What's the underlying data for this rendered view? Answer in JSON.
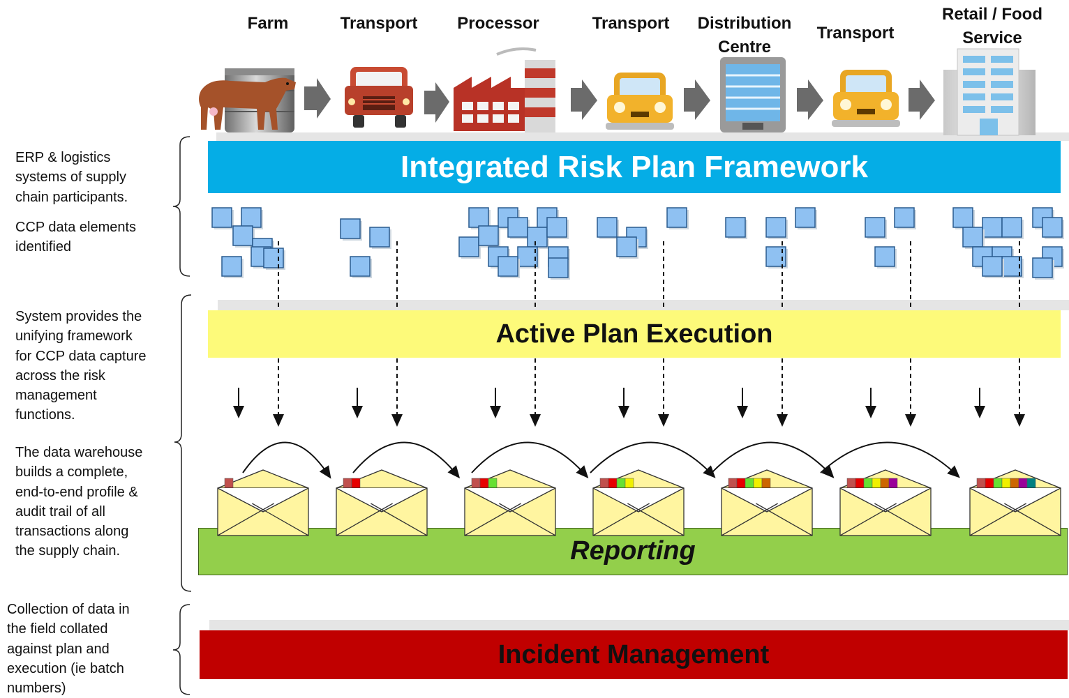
{
  "stages": [
    {
      "key": "farm",
      "label": "Farm",
      "icon": "cow-and-silo-icon"
    },
    {
      "key": "transport-1",
      "label": "Transport",
      "icon": "red-truck-icon"
    },
    {
      "key": "processor",
      "label": "Processor",
      "icon": "factory-icon"
    },
    {
      "key": "transport-2",
      "label": "Transport",
      "icon": "yellow-car-icon"
    },
    {
      "key": "distribution",
      "label": "Distribution\nCentre",
      "icon": "warehouse-icon"
    },
    {
      "key": "transport-3",
      "label": "Transport",
      "icon": "yellow-car-icon"
    },
    {
      "key": "retail",
      "label": "Retail / Food\nService",
      "icon": "office-building-icon"
    }
  ],
  "side_notes": {
    "erp": "ERP & logistics\nsystems of supply\nchain participants.",
    "ccp": "CCP data elements\nidentified",
    "system": "System provides the\nunifying framework\nfor CCP data capture\nacross the risk\nmanagement\nfunctions.",
    "warehouse": "The data warehouse\nbuilds a complete,\nend-to-end profile &\naudit trail of all\ntransactions along\nthe supply chain.",
    "collection": "Collection of data in\nthe field collated\nagainst plan and\nexecution (ie batch\nnumbers)"
  },
  "bands": {
    "integrated": "Integrated Risk Plan Framework",
    "active": "Active Plan Execution",
    "reporting": "Reporting",
    "incident": "Incident Management"
  },
  "colors": {
    "integrated": "#05ade6",
    "active": "#fdfa7a",
    "reporting": "#93cf4b",
    "incident": "#c00000",
    "data_square": "#8fc1f2",
    "envelope": "#fff5a0"
  },
  "envelope_tabs": [
    [
      "#c0504d"
    ],
    [
      "#c0504d",
      "#e60000"
    ],
    [
      "#c0504d",
      "#e60000",
      "#66e033"
    ],
    [
      "#c0504d",
      "#e60000",
      "#66e033",
      "#f0f000"
    ],
    [
      "#c0504d",
      "#e60000",
      "#66e033",
      "#f0f000",
      "#cc6600"
    ],
    [
      "#c0504d",
      "#e60000",
      "#66e033",
      "#f0f000",
      "#cc6600",
      "#990099"
    ],
    [
      "#c0504d",
      "#e60000",
      "#66e033",
      "#f0f000",
      "#cc6600",
      "#990099",
      "#008080"
    ]
  ]
}
